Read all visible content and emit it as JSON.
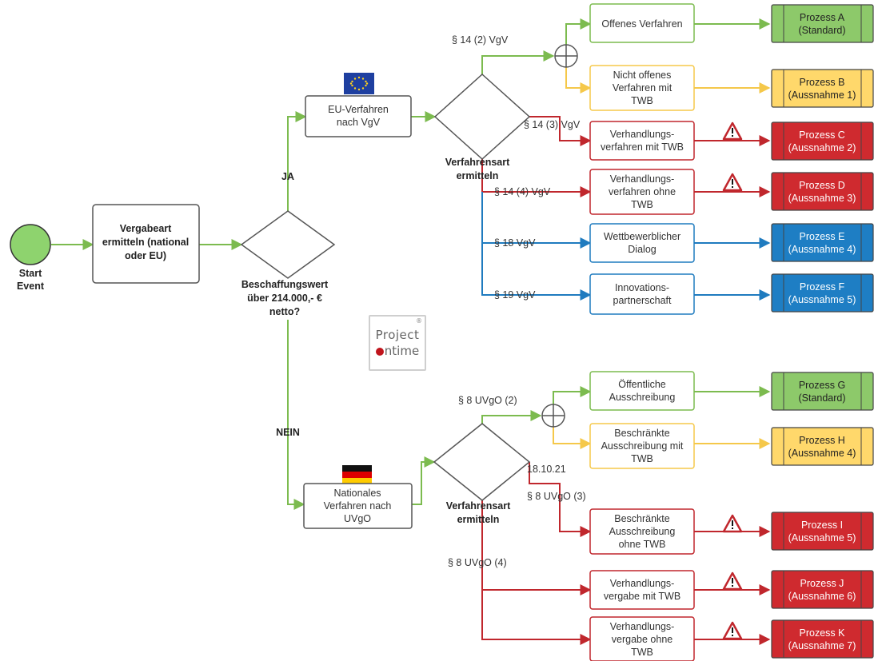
{
  "start": {
    "line1": "Start",
    "line2": "Event"
  },
  "vergabeart": {
    "lines": [
      "Vergabeart",
      "ermitteln (national",
      "oder EU)"
    ]
  },
  "beschaffung": {
    "lines": [
      "Beschaffungswert",
      "über 214.000,- €",
      "netto?"
    ]
  },
  "branch_ja": "JA",
  "branch_nein": "NEIN",
  "eu_verfahren": {
    "lines": [
      "EU-Verfahren",
      "nach VgV"
    ]
  },
  "nat_verfahren": {
    "lines": [
      "Nationales",
      "Verfahren nach",
      "UVgO"
    ]
  },
  "eu_gateway": {
    "lines": [
      "Verfahrensart",
      "ermitteln"
    ]
  },
  "nat_gateway": {
    "lines": [
      "Verfahrensart",
      "ermitteln"
    ]
  },
  "eu_edges": {
    "a": "§ 14 (2) VgV",
    "c": "§ 14 (3) VgV",
    "d": "§ 14 (4) VgV",
    "e": "§ 18 VgV",
    "f": "§  19 VgV"
  },
  "nat_edges": {
    "g": "§ 8 UVgO (2)",
    "date": "18.10.21",
    "i": "§ 8 UVgO (3)",
    "j": "§ 8 UVgO (4)"
  },
  "procedures": {
    "a": [
      "Offenes Verfahren"
    ],
    "b": [
      "Nicht offenes",
      "Verfahren mit",
      "TWB"
    ],
    "c": [
      "Verhandlungs-",
      "verfahren mit TWB"
    ],
    "d": [
      "Verhandlungs-",
      "verfahren ohne",
      "TWB"
    ],
    "e": [
      "Wettbewerblicher",
      "Dialog"
    ],
    "f": [
      "Innovations-",
      "partnerschaft"
    ],
    "g": [
      "Öffentliche",
      "Ausschreibung"
    ],
    "h": [
      "Beschränkte",
      "Ausschreibung mit",
      "TWB"
    ],
    "i": [
      "Beschränkte",
      "Ausschreibung",
      "ohne TWB"
    ],
    "j": [
      "Verhandlungs-",
      "vergabe mit TWB"
    ],
    "k": [
      "Verhandlungs-",
      "vergabe ohne",
      "TWB"
    ]
  },
  "processes": {
    "a": [
      "Prozess A",
      "(Standard)"
    ],
    "b": [
      "Prozess B",
      "(Aussnahme 1)"
    ],
    "c": [
      "Prozess C",
      "(Aussnahme 2)"
    ],
    "d": [
      "Prozess D",
      "(Aussnahme 3)"
    ],
    "e": [
      "Prozess E",
      "(Aussnahme 4)"
    ],
    "f": [
      "Prozess F",
      "(Aussnahme 5)"
    ],
    "g": [
      "Prozess G",
      "(Standard)"
    ],
    "h": [
      "Prozess H",
      "(Aussnahme 4)"
    ],
    "i": [
      "Prozess I",
      "(Aussnahme 5)"
    ],
    "j": [
      "Prozess J",
      "(Aussnahme 6)"
    ],
    "k": [
      "Prozess K",
      "(Aussnahme 7)"
    ]
  },
  "logo": {
    "line1": "Project",
    "line2_suffix": "ntime",
    "mark": "®"
  },
  "colors": {
    "green": "#7cbb4f",
    "yellow": "#f5c84a",
    "red": "#c0272d",
    "blue": "#1f7bbf",
    "green_fill": "#8dc96a",
    "yellow_fill": "#ffd86b",
    "red_fill": "#cf2a2f",
    "blue_fill": "#1e7ec4",
    "start_fill": "#8ed36e"
  }
}
